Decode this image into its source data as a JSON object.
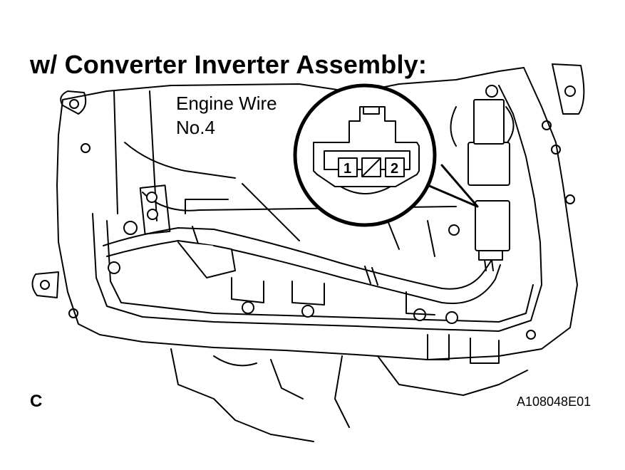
{
  "title": "w/ Converter Inverter Assembly:",
  "callout": {
    "line1": "Engine Wire",
    "line2": "No.4"
  },
  "connector": {
    "pins": [
      "1",
      "2"
    ]
  },
  "view_letter": "C",
  "figure_id": "A108048E01",
  "colors": {
    "ink": "#000000",
    "paper": "#ffffff"
  }
}
